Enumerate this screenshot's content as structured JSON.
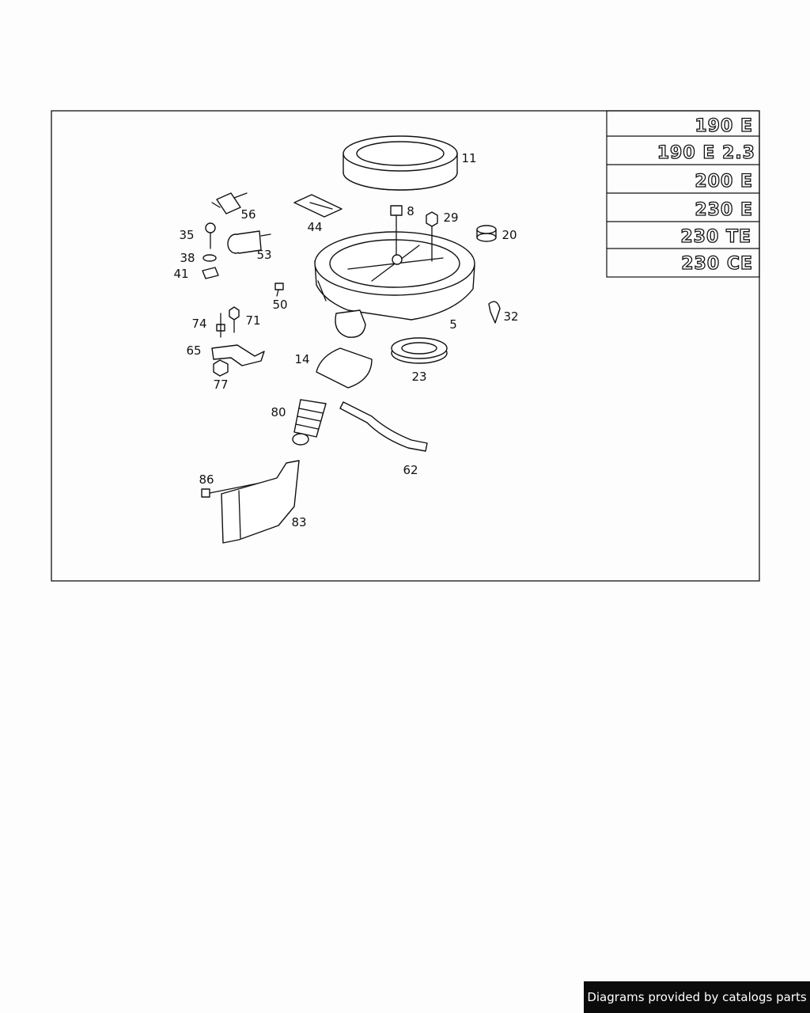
{
  "callouts": [
    "11",
    "56",
    "44",
    "8",
    "29",
    "20",
    "35",
    "53",
    "38",
    "41",
    "50",
    "5",
    "32",
    "74",
    "71",
    "65",
    "14",
    "23",
    "77",
    "80",
    "62",
    "86",
    "83"
  ],
  "badges": [
    "190 E",
    "190 E 2.3",
    "200 E",
    "230 E",
    "230 TE",
    "230 CE"
  ],
  "footer_text": "Diagrams provided by catalogs parts"
}
